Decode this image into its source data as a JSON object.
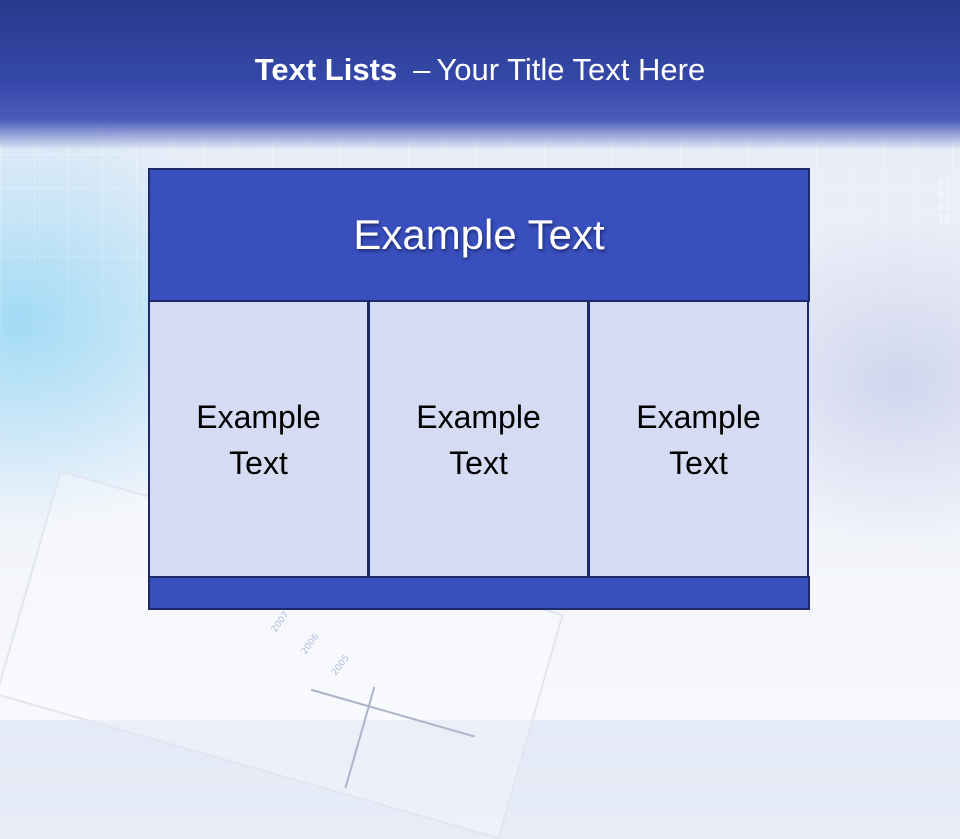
{
  "slide": {
    "title_bold": "Text Lists",
    "title_separator": "–",
    "title_rest": "Your Title Text Here"
  },
  "diagram": {
    "header_text": "Example Text",
    "columns": [
      "Example Text",
      "Example Text",
      "Example Text"
    ]
  },
  "background": {
    "digits": "01010110",
    "paper_years": [
      "2007",
      "2006",
      "2005"
    ]
  },
  "colors": {
    "header_band": "#3548a9",
    "box_fill": "#384fbd",
    "column_fill": "#d6dbf4",
    "border": "#1c2a6a"
  }
}
